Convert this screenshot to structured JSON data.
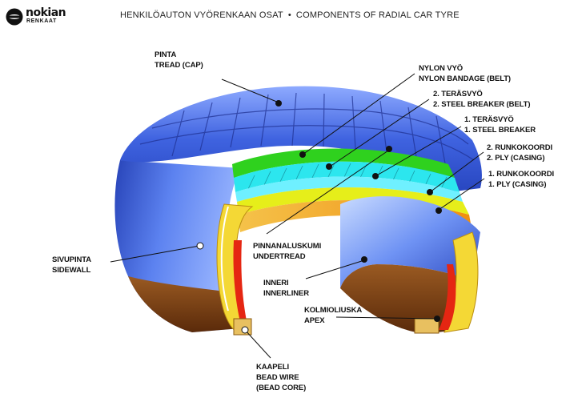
{
  "header": {
    "brand_name": "nokian",
    "brand_sub": "RENKAAT",
    "title_fi": "HENKILÖAUTON VYÖRENKAAN OSAT",
    "title_sep": "•",
    "title_en": "COMPONENTS OF RADIAL CAR TYRE"
  },
  "labels": {
    "tread": [
      "PINTA",
      "TREAD (CAP)"
    ],
    "nylon": [
      "NYLON VYÖ",
      "NYLON BANDAGE (BELT)"
    ],
    "steel2": [
      "2. TERÄSVYÖ",
      "2. STEEL BREAKER (BELT)"
    ],
    "steel1": [
      "1. TERÄSVYÖ",
      "1. STEEL BREAKER"
    ],
    "ply2": [
      "2. RUNKOKOORDI",
      "2. PLY (CASING)"
    ],
    "ply1": [
      "1. RUNKOKOORDI",
      "1. PLY (CASING)"
    ],
    "undertread": [
      "PINNANALUSKUMI",
      "UNDERTREAD"
    ],
    "sidewall": [
      "SIVUPINTA",
      "SIDEWALL"
    ],
    "innerliner": [
      "INNERI",
      "INNERLINER"
    ],
    "apex": [
      "KOLMIOLIUSKA",
      "APEX"
    ],
    "bead": [
      "KAAPELI",
      "BEAD WIRE",
      "(BEAD CORE)"
    ]
  },
  "colors": {
    "tread": "#3f63e0",
    "sidewall": "#4a70e8",
    "nylon": "#2fd11e",
    "steel2": "#2ce6ee",
    "steel1": "#6ff0ff",
    "ply2": "#e6ee1a",
    "ply1": "#f2a21a",
    "apex": "#e52612",
    "bead_rubber": "#7a3a12"
  }
}
